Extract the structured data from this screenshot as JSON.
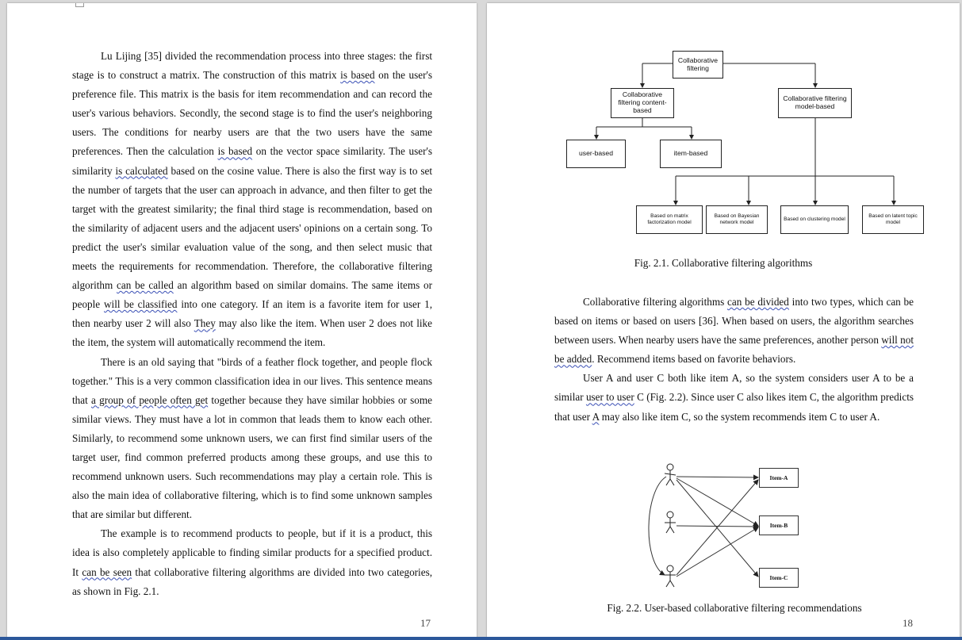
{
  "left_page": {
    "page_number": "17",
    "paragraphs": [
      [
        {
          "t": "Lu Lijing [35] divided the recommendation process into three stages: the first stage is to construct a matrix. The construction of this matrix "
        },
        {
          "t": "is based",
          "w": true
        },
        {
          "t": " on the user's preference file. This matrix is the basis for item recommendation and can record the user's various behaviors. Secondly, the second stage is to find the user's neighboring users. The conditions for nearby users are that the two users have the same preferences. Then the calculation "
        },
        {
          "t": "is based",
          "w": true
        },
        {
          "t": " on the vector space similarity. The user's similarity "
        },
        {
          "t": "is calculated",
          "w": true
        },
        {
          "t": " based on the cosine value. There is also the first way is to set the number of targets that the user can approach in advance, and then filter to get the target with the greatest similarity; the final third stage is recommendation, based on the similarity of adjacent users and the adjacent users' opinions on a certain song. To predict the user's similar evaluation value of the song, and then select music that meets the requirements for recommendation. Therefore, the collaborative filtering algorithm "
        },
        {
          "t": "can be called",
          "w": true
        },
        {
          "t": " an algorithm based on similar domains. The same items or people "
        },
        {
          "t": "will be classified",
          "w": true
        },
        {
          "t": " into one category. If an item is a favorite item for user 1, then nearby user 2 will also "
        },
        {
          "t": "They",
          "w": true
        },
        {
          "t": " may also like the item. When user 2 does not like the item, the system will automatically recommend the item."
        }
      ],
      [
        {
          "t": "There is an old saying that \"birds of a feather flock together, and people flock together.\" This is a very common classification idea in our lives. This sentence means that "
        },
        {
          "t": "a group of people often get",
          "w": true
        },
        {
          "t": " together because they have similar hobbies or some similar views. They must have a lot in common that leads them to know each other. Similarly, to recommend some unknown users, we can first find similar users of the target user, find common preferred products among these groups, and use this to recommend unknown users. Such recommendations may play a certain role. This is also the main idea of collaborative filtering, which is to find some unknown samples that are similar but different."
        }
      ],
      [
        {
          "t": "The example is to recommend products to people, but if it is a product, this idea is also completely applicable to finding similar products for a specified product. It "
        },
        {
          "t": "can be seen",
          "w": true
        },
        {
          "t": " that collaborative filtering algorithms are divided into two categories, as shown in Fig. 2.1."
        }
      ]
    ]
  },
  "right_page": {
    "page_number": "18",
    "figure_2_1": {
      "root": "Collaborative filtering",
      "content_based": "Collaborative filtering content-based",
      "model_based": "Collaborative filtering model-based",
      "user_based": "user-based",
      "item_based": "item-based",
      "models": [
        "Based on matrix factorization model",
        "Based on Bayesian network model",
        "Based on clustering model",
        "Based on latent topic model"
      ],
      "caption": "Fig. 2.1. Collaborative filtering algorithms"
    },
    "paragraphs": [
      [
        {
          "t": "Collaborative filtering algorithms "
        },
        {
          "t": "can be divided",
          "w": true
        },
        {
          "t": " into two types, which can be based on items or based on users [36]. When based on users, the algorithm searches between users. When nearby users have the same preferences, another person "
        },
        {
          "t": "will not be added",
          "w": true
        },
        {
          "t": ". Recommend items based on favorite behaviors."
        }
      ],
      [
        {
          "t": "User A and user C both like item A, so the system considers user A to be a similar "
        },
        {
          "t": "user to user",
          "w": true
        },
        {
          "t": " C (Fig. 2.2). Since user C also likes item C, the algorithm predicts that user "
        },
        {
          "t": "A",
          "w": true
        },
        {
          "t": " may also like item C, so the system recommends item C to user A."
        }
      ]
    ],
    "figure_2_2": {
      "items": [
        "Item-A",
        "Item-B",
        "Item-C"
      ],
      "caption": "Fig. 2.2. User-based collaborative filtering recommendations"
    }
  }
}
